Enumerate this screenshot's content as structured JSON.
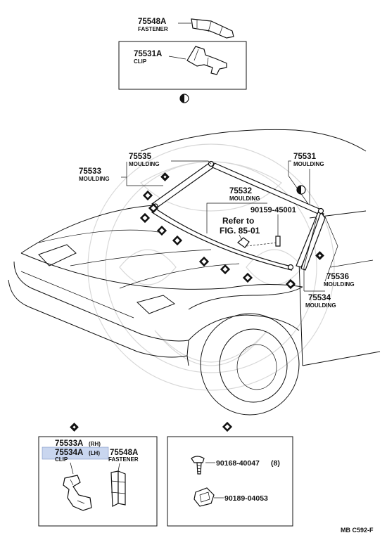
{
  "parts": {
    "fastener_top": {
      "number": "75548A",
      "name": "FASTENER"
    },
    "clip_top": {
      "number": "75531A",
      "name": "CLIP"
    },
    "moulding_75535": {
      "number": "75535",
      "name": "MOULDING"
    },
    "moulding_75533": {
      "number": "75533",
      "name": "MOULDING"
    },
    "moulding_75531": {
      "number": "75531",
      "name": "MOULDING"
    },
    "moulding_75532": {
      "number": "75532",
      "name": "MOULDING"
    },
    "bolt_90159": {
      "number": "90159-45001"
    },
    "moulding_75536": {
      "number": "75536",
      "name": "MOULDING"
    },
    "moulding_75534": {
      "number": "75534",
      "name": "MOULDING"
    },
    "clip_rh": {
      "number": "75533A",
      "suffix": "(RH)"
    },
    "clip_lh": {
      "number": "75534A",
      "suffix": "(LH)",
      "name": "CLIP"
    },
    "fastener_bottom": {
      "number": "75548A",
      "name": "FASTENER"
    },
    "screw_90168": {
      "number": "90168-40047",
      "qty": "(8)"
    },
    "nut_90189": {
      "number": "90189-04053"
    }
  },
  "reference": {
    "line1": "Refer to",
    "line2": "FIG. 85-01"
  },
  "footer": {
    "code": "MB  C592-F"
  },
  "colors": {
    "ink": "#111111",
    "highlight": "#c9d6ef",
    "watermark": "#d8d8d8"
  }
}
